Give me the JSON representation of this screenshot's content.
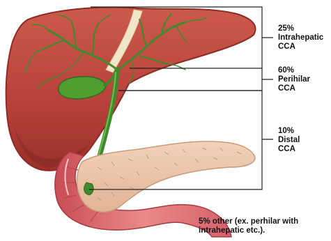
{
  "labels": {
    "intrahepatic": {
      "percent": "25%",
      "name": "Intrahepatic",
      "abbr": "CCA"
    },
    "perihilar": {
      "percent": "60%",
      "name": "Perihilar",
      "abbr": "CCA"
    },
    "distal": {
      "percent": "10%",
      "name": "Distal",
      "abbr": "CCA"
    },
    "other": {
      "line1": "5% other (ex. perhilar with",
      "line2": "intrahepatic etc.)."
    }
  },
  "colors": {
    "liver": "#b8443a",
    "liver_dark": "#8e2b25",
    "bile_duct": "#3f8a2c",
    "gallbladder": "#4f9e2f",
    "pancreas": "#eec6aa",
    "duodenum": "#e07979",
    "bracket": "#222222"
  }
}
